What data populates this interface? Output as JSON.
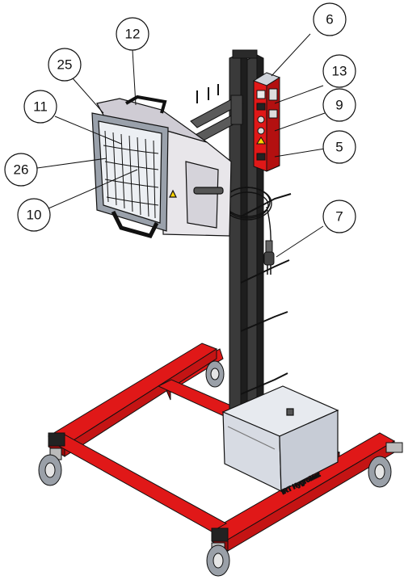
{
  "figure": {
    "brand_label": "IRT HygroMat",
    "callouts": [
      {
        "id": "12",
        "label": "12"
      },
      {
        "id": "25",
        "label": "25"
      },
      {
        "id": "11",
        "label": "11"
      },
      {
        "id": "26",
        "label": "26"
      },
      {
        "id": "10",
        "label": "10"
      },
      {
        "id": "6",
        "label": "6"
      },
      {
        "id": "13",
        "label": "13"
      },
      {
        "id": "9",
        "label": "9"
      },
      {
        "id": "5",
        "label": "5"
      },
      {
        "id": "7",
        "label": "7"
      }
    ]
  },
  "colors": {
    "frame_red": "#e01818",
    "frame_dark_red": "#9a0c0c",
    "mast_dark": "#2a2a2a",
    "cabinet_gray": "#d7dbe3",
    "lamp_housing": "#e8e6ea",
    "outline": "#111111"
  }
}
